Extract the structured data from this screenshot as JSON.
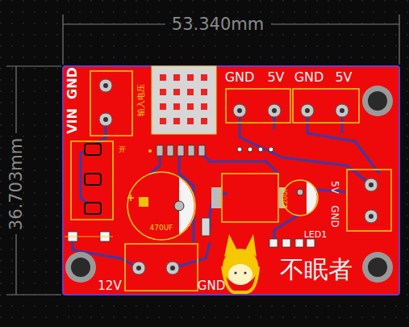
{
  "diagram": {
    "labels": [
      "53.340mm",
      "36.703mm",
      "VIN",
      "GND",
      "输入电压",
      "GND",
      "5V",
      "GND",
      "5V",
      "开",
      "470UF",
      "220UF",
      "5V",
      "GND",
      "LED1",
      "12V",
      "GND",
      "不眠者"
    ]
  }
}
